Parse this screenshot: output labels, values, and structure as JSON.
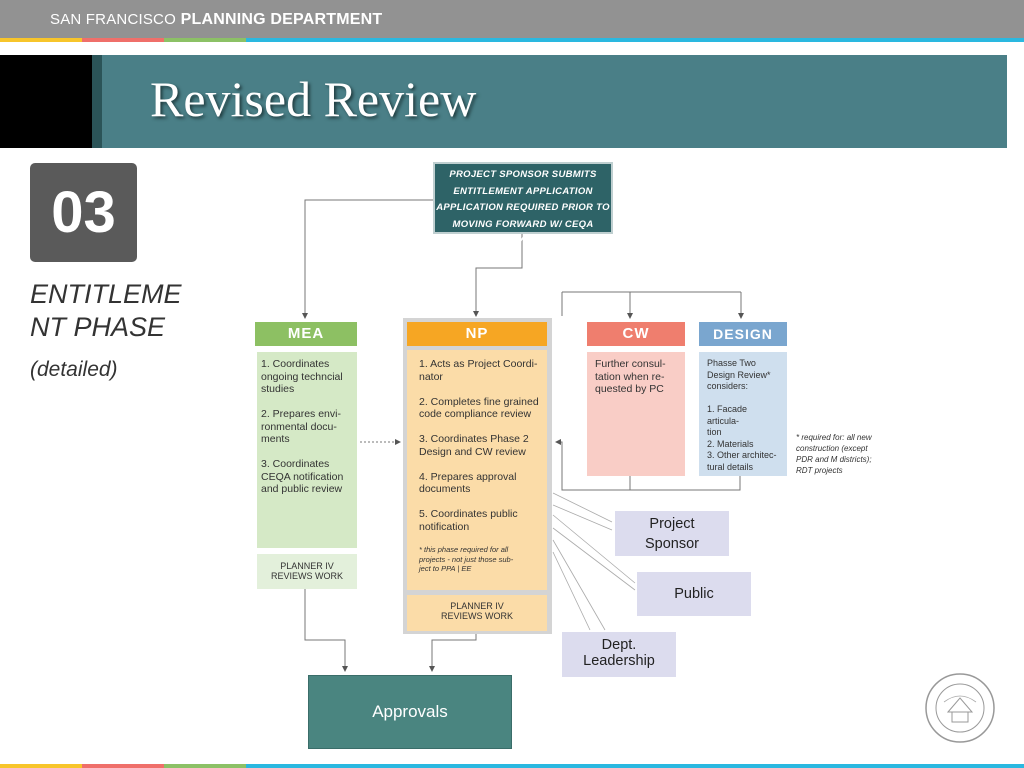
{
  "header": {
    "brand_part1": "SAN FRANCISCO",
    "brand_part2": " PLANNING DEPARTMENT",
    "stripe_colors": [
      "#f7c52b",
      "#ef6f6a",
      "#8cc166",
      "#2ab8e0"
    ]
  },
  "title": "Revised Review",
  "left_panel": {
    "number": "03",
    "phase": "ENTITLEME NT PHASE",
    "sub": "(detailed)"
  },
  "diagram": {
    "sponsor_submit": "PROJECT SPONSOR SUBMITS\nENTITLEMENT APPLICATION\nAPPLICATION REQUIRED PRIOR TO\nMOVING FORWARD W/ CEQA REVIEW",
    "mea": {
      "label": "MEA",
      "body": "1.  Coordinates\nongoing techncial\nstudies\n\n2.  Prepares  envi-\nronmental docu-\nments\n\n3.  Coordinates\nCEQA notification\nand public review",
      "footer": "PLANNER IV\nREVIEWS WORK"
    },
    "np": {
      "label": "NP",
      "body": "1. Acts as Project Coordi-\nnator\n\n2. Completes fine grained\ncode compliance review\n\n3.  Coordinates Phase 2\nDesign and CW review\n\n4.  Prepares approval\ndocuments\n\n5.  Coordinates public\nnotification",
      "note": "*  this phase required for all\nprojects - not just those sub-\nject to PPA  | EE",
      "footer": "PLANNER IV\nREVIEWS WORK"
    },
    "cw": {
      "label": "CW",
      "body": "Further consul-\ntation when re-\nquested by PC"
    },
    "design": {
      "label": "DESIGN",
      "body": "Phasse Two\nDesign Review*\nconsiders:\n\n1.  Facade articula-\ntion\n2.  Materials\n3.  Other architec-\ntural details"
    },
    "required_note": "* required for: all new\nconstruction (except\nPDR and M districts);\nRDT projects",
    "project_sponsor": "Project\nSponsor",
    "public": "Public",
    "dept_leadership": "Dept.\nLeadership",
    "approvals": "Approvals"
  },
  "seal_icon": "city-seal-icon"
}
